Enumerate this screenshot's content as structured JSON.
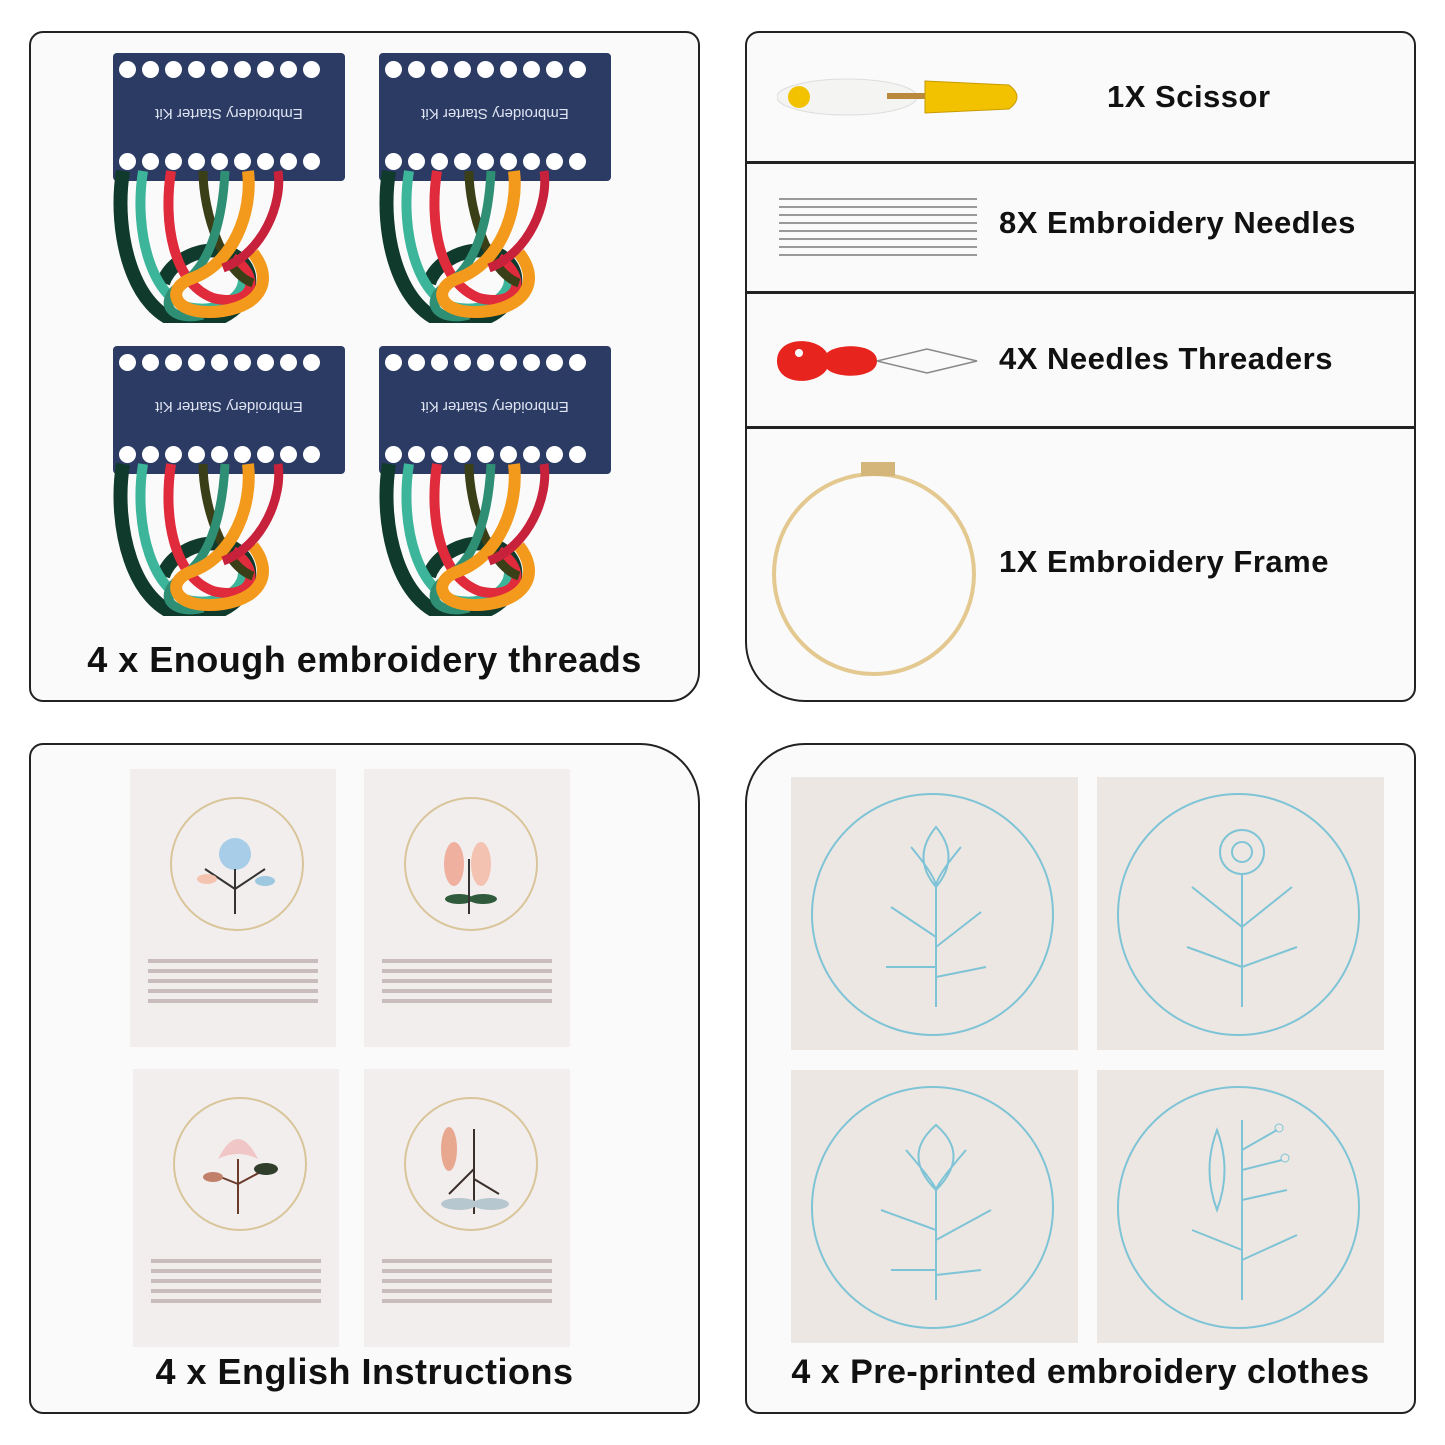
{
  "panels": {
    "threads": {
      "caption": "4 x Enough embroidery threads",
      "card_label": "Embroidery Starter Kit"
    },
    "tools": {
      "items": [
        {
          "label": "1X Scissor",
          "icon": "scissor-icon"
        },
        {
          "label": "8X Embroidery Needles",
          "icon": "needles-icon"
        },
        {
          "label": "4X Needles Threaders",
          "icon": "threader-icon"
        },
        {
          "label": "1X Embroidery Frame",
          "icon": "hoop-icon"
        }
      ]
    },
    "instructions": {
      "caption": "4 x English Instructions"
    },
    "cloths": {
      "caption": "4 x Pre-printed embroidery clothes"
    }
  },
  "colors": {
    "card": "#2b3b63",
    "pattern_blue": "#7fc4d6",
    "threader_red": "#e8241f",
    "scissor_yellow": "#f2c200"
  }
}
